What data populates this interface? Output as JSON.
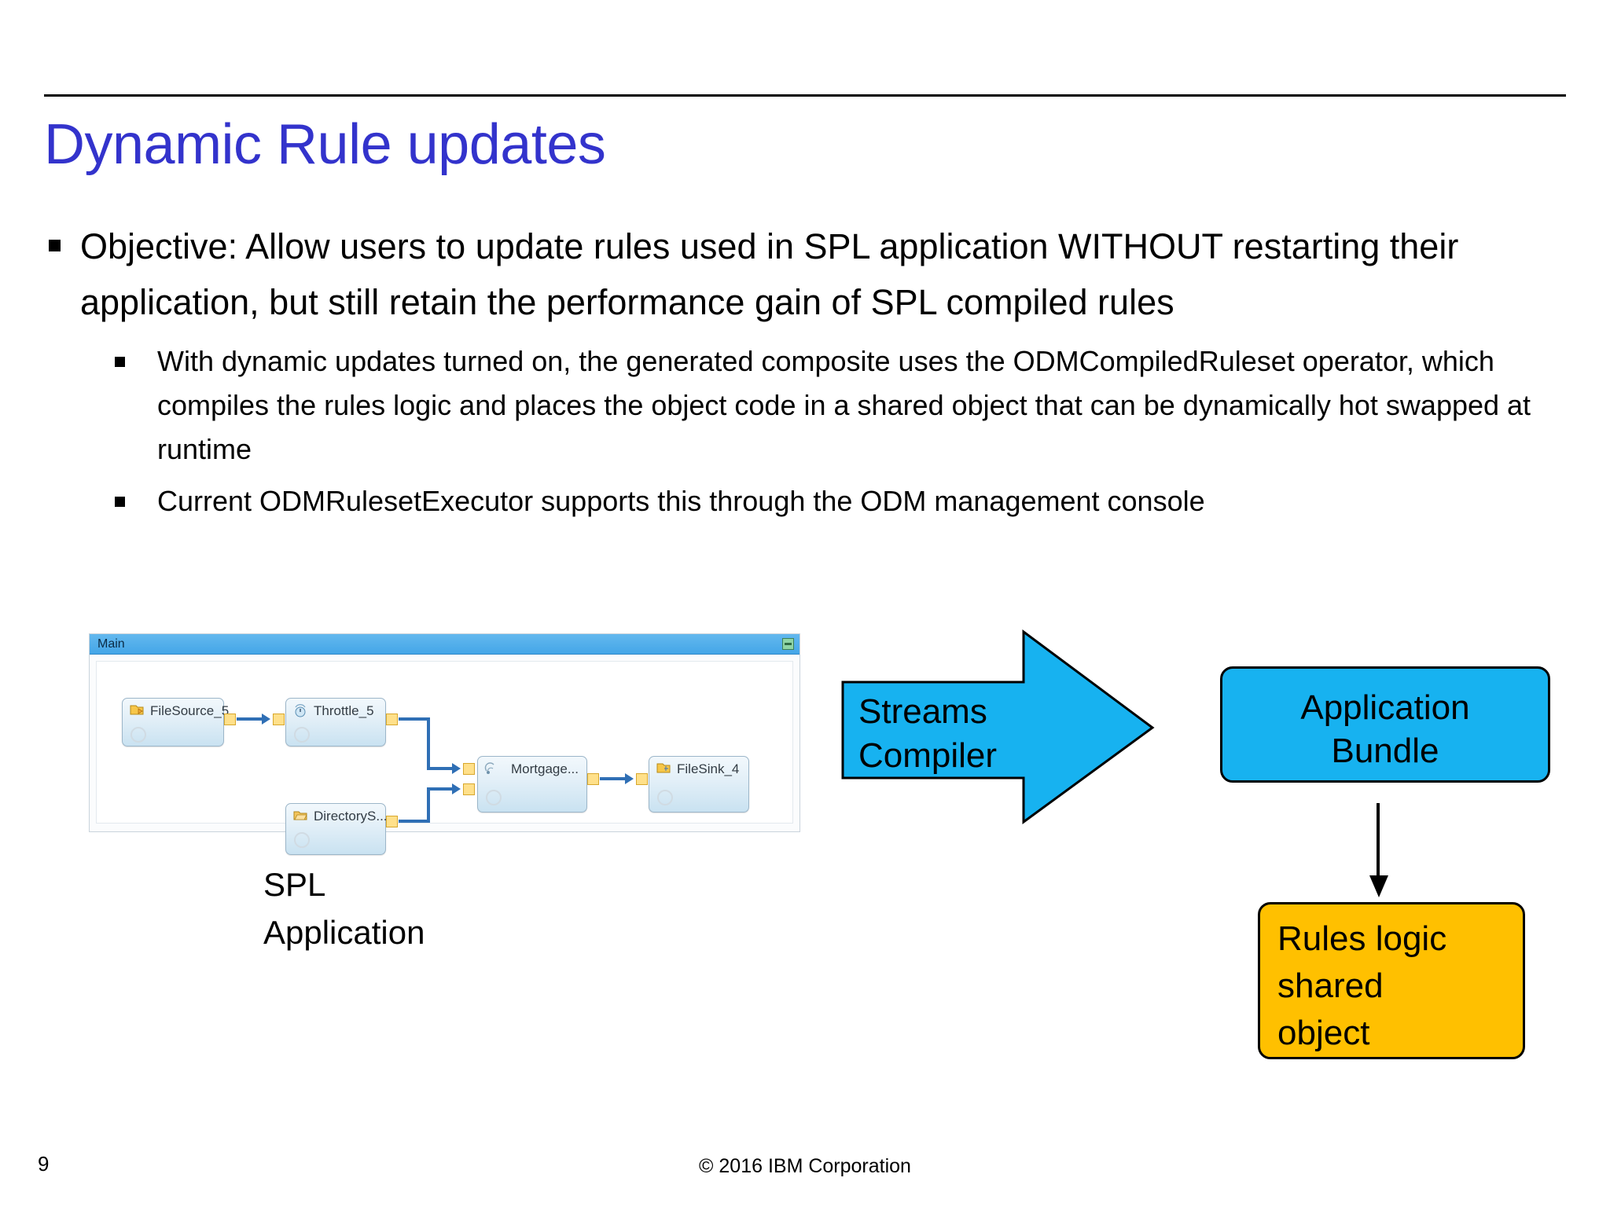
{
  "slide": {
    "title": "Dynamic Rule updates",
    "title_color": "#3333CC",
    "bullets": [
      {
        "level": 1,
        "text": "Objective: Allow users to update rules used in SPL application WITHOUT restarting their application, but still retain the performance gain of SPL compiled rules"
      },
      {
        "level": 2,
        "text": "With dynamic updates turned on, the generated composite uses the ODMCompiledRuleset operator, which compiles the rules logic and places the object code in a shared object that can be dynamically hot swapped at runtime"
      },
      {
        "level": 2,
        "text": "Current ODMRulesetExecutor supports this through the ODM management console"
      }
    ]
  },
  "editor": {
    "title": "Main",
    "minimize_icon": "minimize-icon",
    "operators": [
      {
        "name": "FileSource_5",
        "icon": "file-source-icon"
      },
      {
        "name": "Throttle_5",
        "icon": "throttle-icon"
      },
      {
        "name": "DirectoryS...",
        "icon": "directory-scan-icon"
      },
      {
        "name": "Mortgage...",
        "icon": "mortgage-rules-icon"
      },
      {
        "name": "FileSink_4",
        "icon": "file-sink-icon"
      }
    ]
  },
  "diagram": {
    "spl_caption_line1": "SPL",
    "spl_caption_line2": "Application",
    "compiler_arrow_line1": "Streams",
    "compiler_arrow_line2": "Compiler",
    "compiler_arrow_color": "#17B2F0",
    "app_bundle_line1": "Application",
    "app_bundle_line2": "Bundle",
    "app_bundle_color": "#17B2F0",
    "rules_object_line1": "Rules logic",
    "rules_object_line2": "shared",
    "rules_object_line3": "object",
    "rules_object_color": "#FFC000"
  },
  "footer": {
    "page_number": "9",
    "copyright": "© 2016 IBM Corporation"
  }
}
